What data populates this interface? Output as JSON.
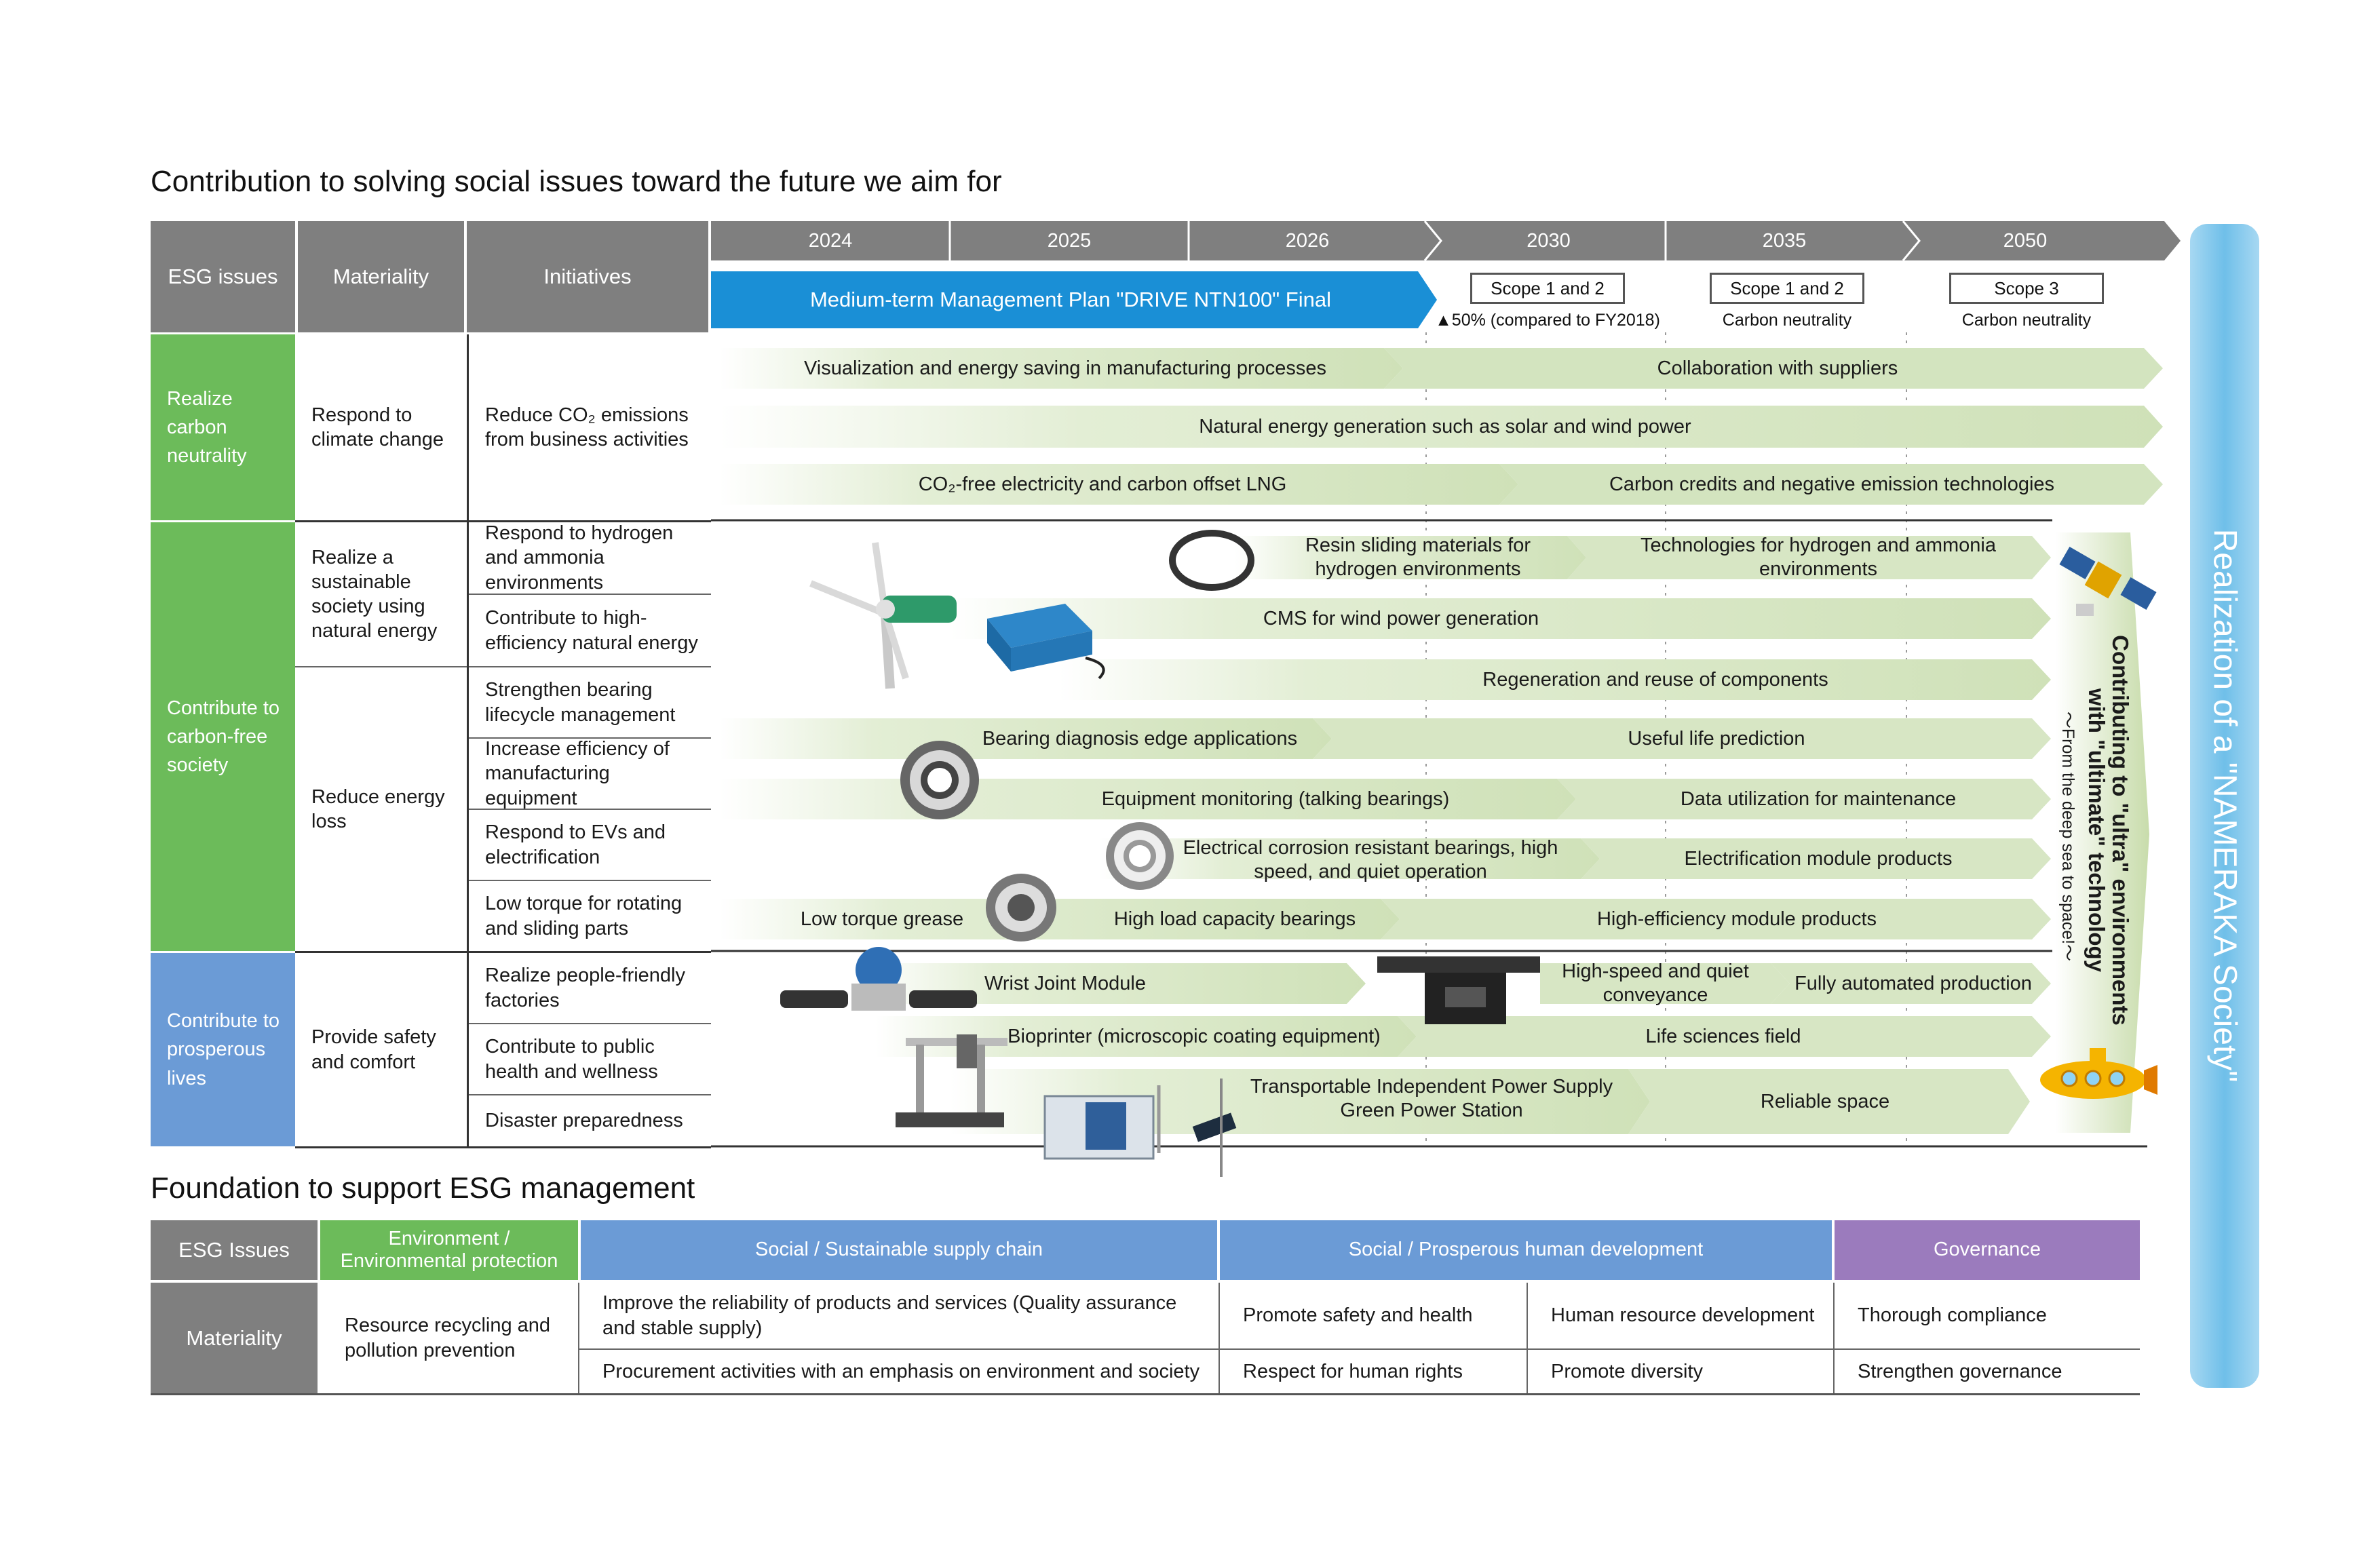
{
  "titles": {
    "main": "Contribution to solving social issues toward the future we aim for",
    "foundation": "Foundation to support ESG management"
  },
  "headers": {
    "esg": "ESG issues",
    "materiality": "Materiality",
    "initiatives": "Initiatives"
  },
  "years": [
    "2024",
    "2025",
    "2026",
    "2030",
    "2035",
    "2050"
  ],
  "plan": "Medium-term Management Plan \"DRIVE NTN100\" Final",
  "scopes": [
    {
      "box": "Scope 1 and 2",
      "sub": "▲50% (compared to FY2018)"
    },
    {
      "box": "Scope 1 and 2",
      "sub": "Carbon neutrality"
    },
    {
      "box": "Scope 3",
      "sub": "Carbon neutrality"
    }
  ],
  "esg_issues": [
    {
      "label": "Realize carbon neutrality",
      "color": "#6cbb5a"
    },
    {
      "label": "Contribute to carbon-free society",
      "color": "#6cbb5a"
    },
    {
      "label": "Contribute to prosperous lives",
      "color": "#6b9bd6"
    }
  ],
  "materiality": [
    "Respond to climate change",
    "Realize a sustainable society using natural energy",
    "Reduce energy loss",
    "Provide safety and comfort"
  ],
  "initiatives": [
    "Reduce CO₂ emissions from business activities",
    "Respond to hydrogen and ammonia environments",
    "Contribute to high-efficiency natural energy",
    "Strengthen bearing lifecycle management",
    "Increase efficiency of manufacturing equipment",
    "Respond to EVs and electrification",
    "Low torque for rotating and sliding parts",
    "Realize people-friendly factories",
    "Contribute to public health and wellness",
    "Disaster preparedness"
  ],
  "arrows": {
    "visualization": "Visualization and energy saving in manufacturing processes",
    "suppliers": "Collaboration with suppliers",
    "natural_energy": "Natural energy generation such as solar and wind power",
    "co2_free": "CO₂-free electricity and carbon offset LNG",
    "carbon_credits": "Carbon credits and negative emission technologies",
    "resin": "Resin sliding materials for hydrogen environments",
    "hydrogen_tech": "Technologies for hydrogen and ammonia environments",
    "cms": "CMS for wind power generation",
    "regeneration": "Regeneration and reuse of components",
    "diagnosis": "Bearing diagnosis edge applications",
    "useful_life": "Useful life prediction",
    "monitoring": "Equipment monitoring (talking bearings)",
    "data_util": "Data utilization for maintenance",
    "corrosion": "Electrical corrosion resistant bearings, high speed, and quiet operation",
    "electrification": "Electrification module products",
    "low_torque": "Low torque grease",
    "high_load": "High load capacity bearings",
    "high_eff": "High-efficiency module products",
    "wrist": "Wrist Joint Module",
    "high_speed": "High-speed and quiet conveyance",
    "automated": "Fully automated production",
    "bioprinter": "Bioprinter (microscopic coating equipment)",
    "life_sciences": "Life sciences field",
    "power_supply": "Transportable Independent Power Supply Green Power Station",
    "reliable": "Reliable space"
  },
  "vertical": {
    "ultra_1": "Contributing to \"ultra\" environments",
    "ultra_2": "with \"ultimate\" technology",
    "deep_sea": "〜From the deep sea to space!〜",
    "nameraka": "Realization of a \"NAMERAKA Society\""
  },
  "foundation": {
    "esg_label": "ESG Issues",
    "materiality_label": "Materiality",
    "env_header": "Environment / Environmental protection",
    "social_supply_header": "Social / Sustainable supply chain",
    "social_human_header": "Social / Prosperous human development",
    "governance_header": "Governance",
    "env_item": "Resource recycling and pollution prevention",
    "supply_1": "Improve the reliability of products and services (Quality assurance and stable supply)",
    "supply_2": "Procurement activities with an emphasis on environment and society",
    "human_1": "Promote safety and health",
    "human_2": "Human resource development",
    "human_3": "Respect for human rights",
    "human_4": "Promote diversity",
    "gov_1": "Thorough compliance",
    "gov_2": "Strengthen governance"
  },
  "colors": {
    "header_gray": "#7f7f7f",
    "plan_blue": "#1a8fd6",
    "green": "#6cbb5a",
    "blue": "#6b9bd6",
    "purple": "#9b7bbd",
    "arrow_green": "#d7e6c3",
    "side_blue": "#7cc3ea"
  }
}
